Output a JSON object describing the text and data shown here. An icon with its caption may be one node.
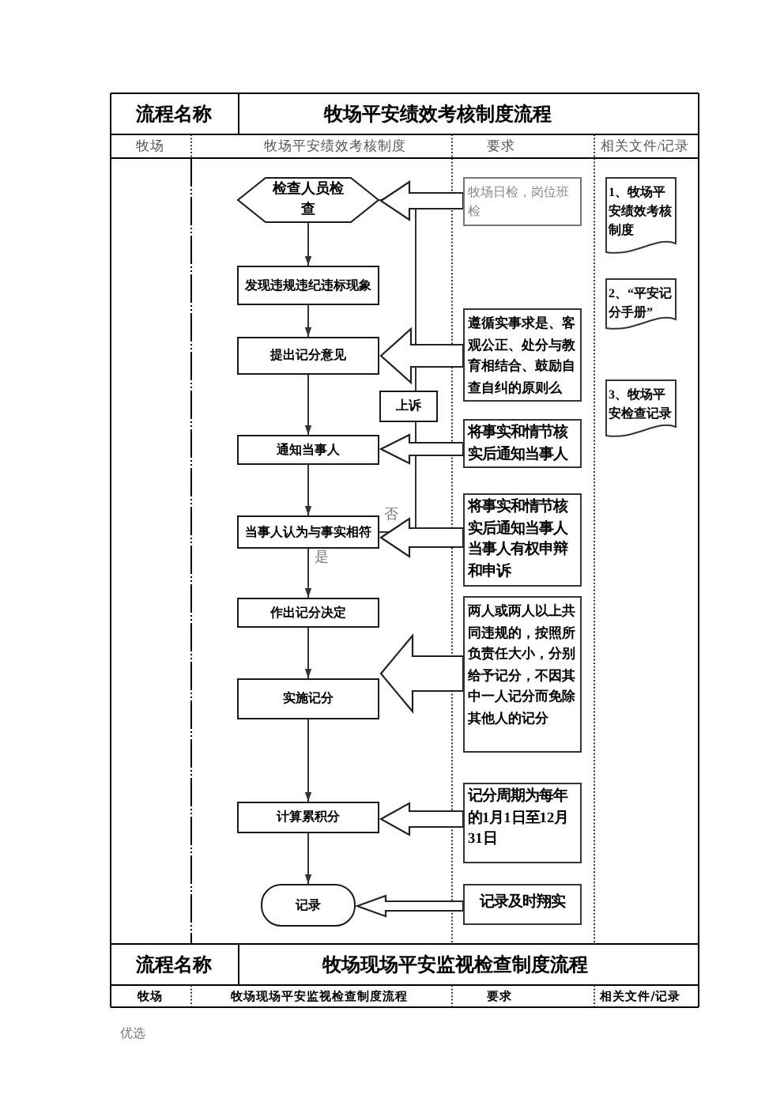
{
  "diagram": {
    "nodes": [
      {
        "text": [
          "检查人员检查"
        ]
      },
      {
        "text": [
          "牧场日检，岗位班检"
        ]
      },
      {
        "text": [
          "1、牧场平安绩效考核制度"
        ]
      },
      {
        "text": [
          "发现违规违纪违标现象"
        ]
      },
      {
        "text": [
          "2、“平安记分手册”"
        ]
      },
      {
        "text": [
          "遵循实事求是、客观公正、处分与教育相结合、鼓励自查自纠的原则么"
        ]
      },
      {
        "text": [
          "提出记分意见"
        ]
      },
      {
        "text": [
          "3、牧场平安检查记录"
        ]
      },
      {
        "text": [
          "上诉"
        ]
      },
      {
        "text": [
          "将事实和情节核实后通知当事人"
        ]
      },
      {
        "text": [
          "通知当事人"
        ]
      },
      {
        "text": [
          "将事实和情节核实后通知当事人当事人有权申辩和申诉"
        ]
      },
      {
        "text": [
          "当事人认为与事实相符"
        ]
      },
      {
        "text": [
          "作出记分决定"
        ]
      },
      {
        "text": [
          "两人或两人以上共同违规的，按照所负责任大小，分别给予记分，不因其中一人记分而免除其他人的记分"
        ]
      },
      {
        "text": [
          "实施记分"
        ]
      },
      {
        "text": [
          "记分周期为每年的1月1日至12月31日"
        ]
      },
      {
        "text": [
          "计算累积分"
        ]
      },
      {
        "text": [
          "记录"
        ]
      },
      {
        "text": [
          "记录及时翔实"
        ]
      }
    ],
    "edges": [
      {
        "from": 0,
        "to": 3,
        "arrow": "to"
      },
      {
        "from": 3,
        "to": 6,
        "arrow": "to"
      },
      {
        "from": 6,
        "to": 10,
        "arrow": "to"
      },
      {
        "from": 10,
        "to": 12,
        "arrow": "to"
      },
      {
        "from": 12,
        "to": 13,
        "arrow": "to",
        "label": "是"
      },
      {
        "from": 13,
        "to": 15,
        "arrow": "to"
      },
      {
        "from": 15,
        "to": 17,
        "arrow": "to"
      },
      {
        "from": 17,
        "to": 18,
        "arrow": "to"
      },
      {
        "from": 12,
        "to": 8,
        "arrow": "none",
        "label": "否"
      },
      {
        "from": 8,
        "to": 0,
        "arrow": "to"
      },
      {
        "from": 1,
        "to": 0,
        "arrow": "to",
        "style": "thick"
      },
      {
        "from": 5,
        "to": 6,
        "arrow": "to",
        "style": "thick"
      },
      {
        "from": 9,
        "to": 10,
        "arrow": "to",
        "style": "thick"
      },
      {
        "from": 11,
        "to": 12,
        "arrow": "to",
        "style": "thick"
      },
      {
        "from": 14,
        "to": 15,
        "arrow": "to",
        "style": "thick"
      },
      {
        "from": 16,
        "to": 17,
        "arrow": "to",
        "style": "thick"
      },
      {
        "from": 19,
        "to": 18,
        "arrow": "to",
        "style": "thick"
      }
    ],
    "labels": [
      "流程名称",
      "牧场平安绩效考核制度流程",
      "牧场",
      "牧场平安绩效考核制度",
      "要求",
      "相关文件/记录",
      "流程名称",
      "牧场现场平安监视检查制度流程",
      "牧场",
      "牧场现场平安监视检查制度流程",
      "要求",
      "相关文件/记录",
      "优选"
    ]
  }
}
